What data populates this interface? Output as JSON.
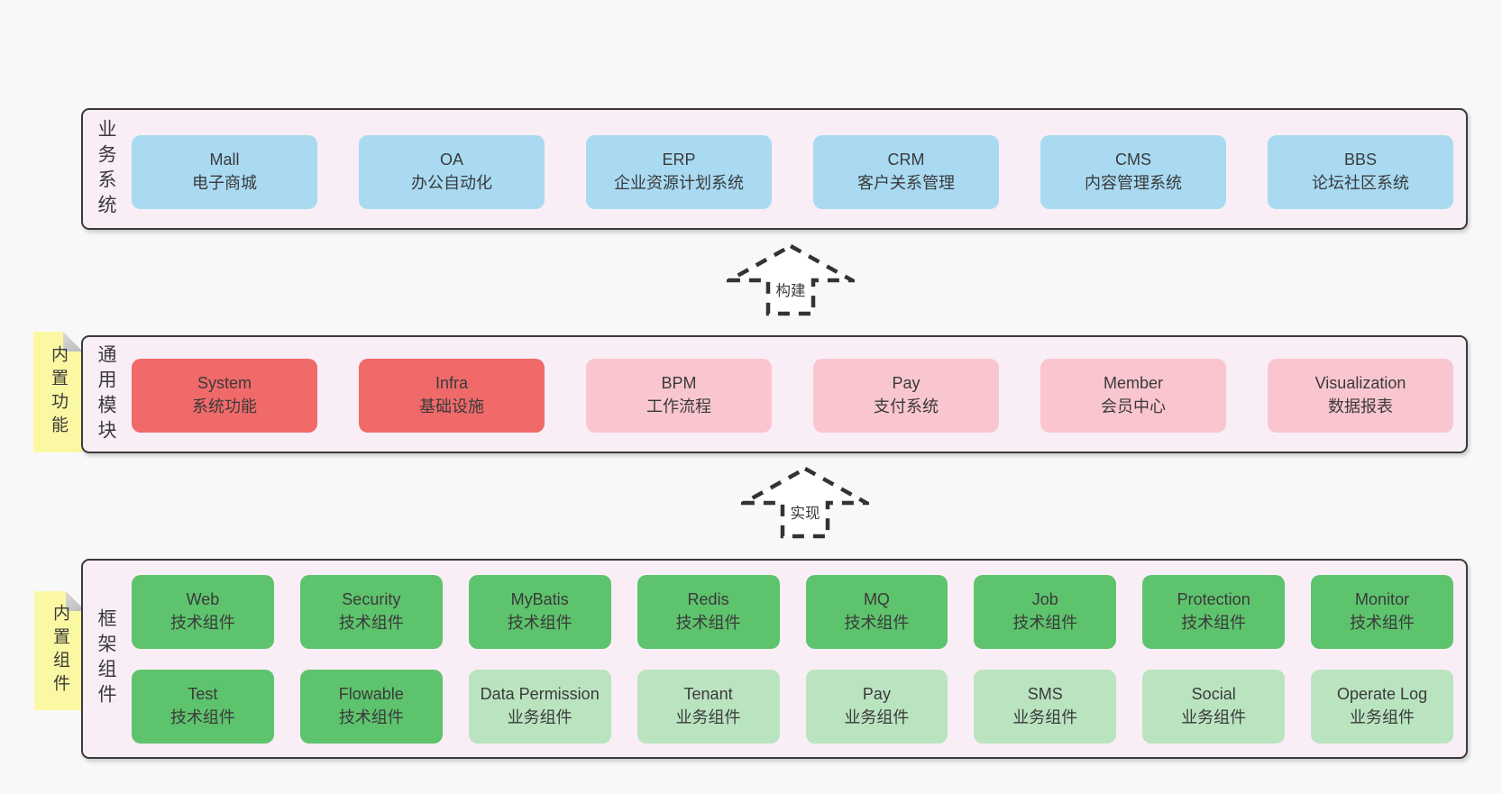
{
  "colors": {
    "page_bg": "#f8f8f8",
    "section_bg": "#f9eef6",
    "border": "#3a3a3a",
    "blue": "#a9daf2",
    "red": "#f06a6a",
    "pink": "#f9c6cf",
    "green": "#5ec36d",
    "light_green": "#bae4c0",
    "sticky_yellow": "#fbf8a3"
  },
  "sections": [
    {
      "label": "业务系统",
      "boxes": [
        {
          "en": "Mall",
          "zh": "电子商城"
        },
        {
          "en": "OA",
          "zh": "办公自动化"
        },
        {
          "en": "ERP",
          "zh": "企业资源计划系统"
        },
        {
          "en": "CRM",
          "zh": "客户关系管理"
        },
        {
          "en": "CMS",
          "zh": "内容管理系统"
        },
        {
          "en": "BBS",
          "zh": "论坛社区系统"
        }
      ]
    },
    {
      "label": "通用模块",
      "sticky": "内置功能",
      "boxes": [
        {
          "en": "System",
          "zh": "系统功能"
        },
        {
          "en": "Infra",
          "zh": "基础设施"
        },
        {
          "en": "BPM",
          "zh": "工作流程"
        },
        {
          "en": "Pay",
          "zh": "支付系统"
        },
        {
          "en": "Member",
          "zh": "会员中心"
        },
        {
          "en": "Visualization",
          "zh": "数据报表"
        }
      ]
    },
    {
      "label": "框架组件",
      "sticky": "内置组件",
      "boxes": [
        {
          "en": "Web",
          "zh": "技术组件"
        },
        {
          "en": "Security",
          "zh": "技术组件"
        },
        {
          "en": "MyBatis",
          "zh": "技术组件"
        },
        {
          "en": "Redis",
          "zh": "技术组件"
        },
        {
          "en": "MQ",
          "zh": "技术组件"
        },
        {
          "en": "Job",
          "zh": "技术组件"
        },
        {
          "en": "Protection",
          "zh": "技术组件"
        },
        {
          "en": "Monitor",
          "zh": "技术组件"
        },
        {
          "en": "Test",
          "zh": "技术组件"
        },
        {
          "en": "Flowable",
          "zh": "技术组件"
        },
        {
          "en": "Data Permission",
          "zh": "业务组件"
        },
        {
          "en": "Tenant",
          "zh": "业务组件"
        },
        {
          "en": "Pay",
          "zh": "业务组件"
        },
        {
          "en": "SMS",
          "zh": "业务组件"
        },
        {
          "en": "Social",
          "zh": "业务组件"
        },
        {
          "en": "Operate Log",
          "zh": "业务组件"
        }
      ]
    }
  ],
  "arrows": [
    {
      "label": "构建"
    },
    {
      "label": "实现"
    }
  ]
}
